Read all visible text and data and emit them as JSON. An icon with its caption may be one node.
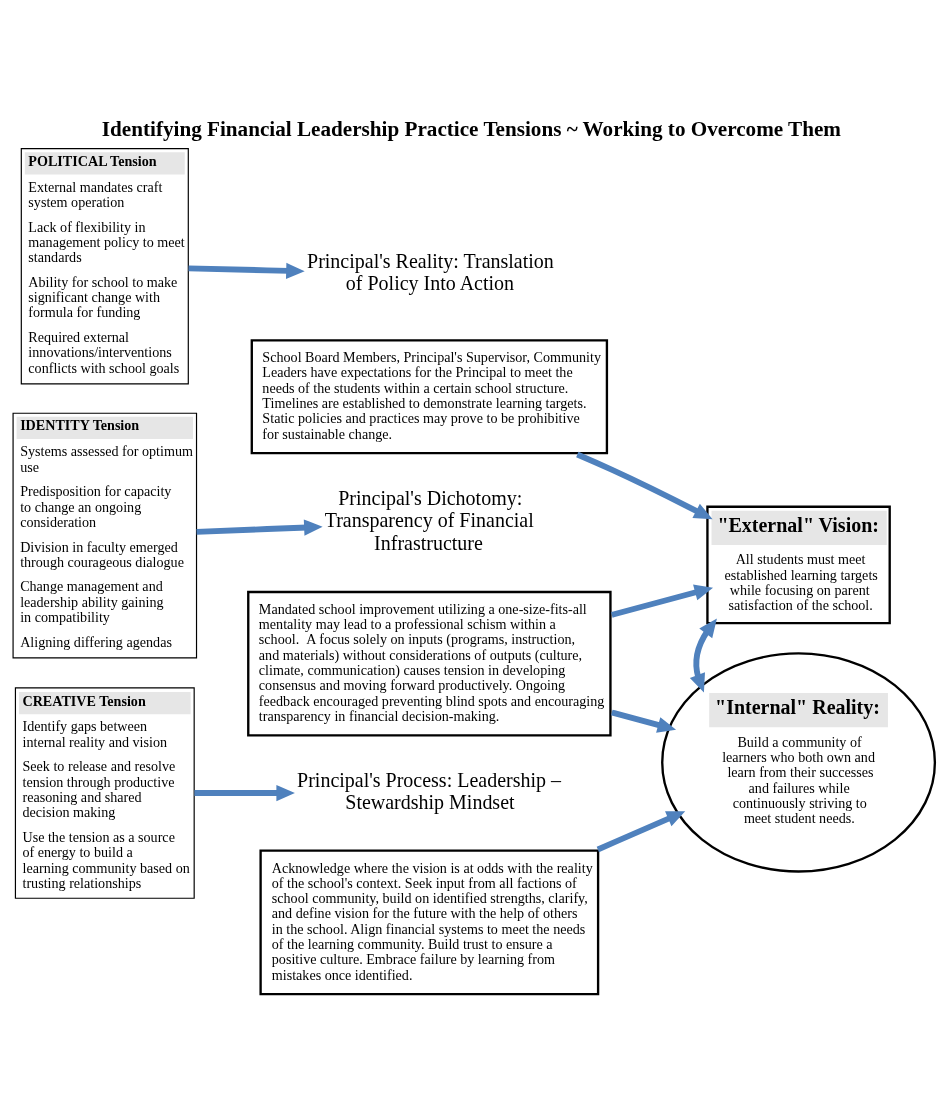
{
  "diagram": {
    "title": "Identifying Financial Leadership Practice Tensions ~ Working to Overcome Them",
    "nodes": [
      {
        "text": [
          "POLITICAL Tension",
          "External mandates craft system operation",
          "Lack of flexibility in management policy to meet standards",
          "Ability for school to make significant change with formula for funding",
          "Required external innovations/interventions conflicts with school goals"
        ]
      },
      {
        "text": [
          "IDENTITY Tension",
          "Systems assessed for optimum use",
          "Predisposition for capacity to change an ongoing consideration",
          "Division in faculty emerged through courageous dialogue",
          "Change management and leadership ability gaining in compatibility",
          "Aligning differing agendas"
        ]
      },
      {
        "text": [
          "CREATIVE Tension",
          "Identify gaps between internal reality and vision",
          "Seek to release and resolve tension through productive reasoning and shared decision making",
          "Use the tension as a source of energy to build a learning community based on trusting relationships"
        ]
      },
      {
        "text": [
          "Principal's Reality: Translation of Policy Into Action"
        ]
      },
      {
        "text": [
          "School Board Members, Principal's Supervisor, Community Leaders have expectations for the Principal to meet the needs of the students within a certain school structure. Timelines are established to demonstrate learning targets.  Static policies and practices may prove to be prohibitive for sustainable change."
        ]
      },
      {
        "text": [
          "Principal's Dichotomy: Transparency of Financial Infrastructure"
        ]
      },
      {
        "text": [
          "Mandated school improvement utilizing a one-size-fits-all mentality may lead to a professional schism within a school.  A focus solely on inputs (programs, instruction, and materials) without considerations of outputs (culture, climate, communication) causes tension in developing consensus and moving forward productively. Ongoing feedback encouraged preventing blind spots and encouraging transparency in financial decision-making."
        ]
      },
      {
        "text": [
          "Principal's Process: Leadership – Stewardship Mindset"
        ]
      },
      {
        "text": [
          "Acknowledge where the vision is at odds with the reality of the school's context. Seek input from all factions of school community, build on identified strengths, clarify, and define vision for the future with the help of others in the school. Align financial systems to meet the needs of the learning community. Build trust to ensure a positive culture. Embrace failure by learning from mistakes once identified."
        ]
      },
      {
        "text": [
          "\"External\" Vision:",
          "All students must meet established learning targets while focusing on parent satisfaction of the school."
        ]
      },
      {
        "text": [
          "\"Internal\" Reality:",
          "Build a community of learners who both own and learn from their successes and failures while continuously striving to meet student needs."
        ]
      }
    ],
    "edges": [
      {
        "from": 0,
        "to": 3,
        "arrow": "to"
      },
      {
        "from": 1,
        "to": 5,
        "arrow": "to"
      },
      {
        "from": 2,
        "to": 7,
        "arrow": "to"
      },
      {
        "from": 4,
        "to": 9,
        "arrow": "to"
      },
      {
        "from": 6,
        "to": 9,
        "arrow": "to"
      },
      {
        "from": 6,
        "to": 10,
        "arrow": "to"
      },
      {
        "from": 10,
        "to": 9,
        "arrow": "both"
      },
      {
        "from": 8,
        "to": 10,
        "arrow": "to"
      }
    ]
  }
}
